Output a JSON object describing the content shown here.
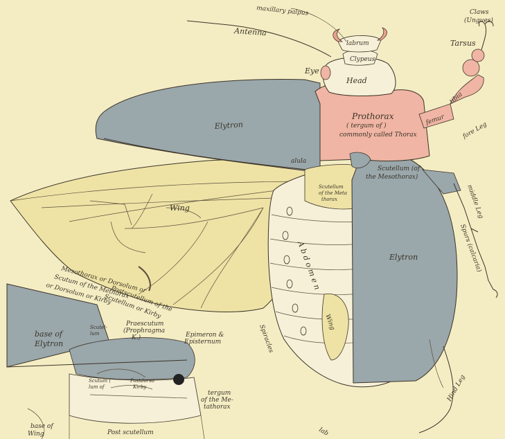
{
  "labels": {
    "maxillary_palpus": "maxillary palpus",
    "antenna": "Antenna",
    "labrum": "labrum",
    "clypeus": "Clypeus",
    "claws_1": "Claws",
    "claws_2": "(Ungues)",
    "tarsus": "Tarsus",
    "eye": "Eye",
    "head": "Head",
    "elytron_top": "Elytron",
    "prothorax_1": "Prothorax",
    "prothorax_2": "( tergum of )",
    "prothorax_3": "commonly called Thorax",
    "femur": "femur",
    "tibia": "tibia",
    "fore_leg": "fore Leg",
    "alula": "alula",
    "scutellum_1": "Scutellum (of",
    "scutellum_2": "the Mesothorax)",
    "scutellum_meta_1": "Scutellum",
    "scutellum_meta_2": "of the Meta",
    "scutellum_meta_3": "thorax",
    "wing": "Wing",
    "middle_leg": "middle Leg",
    "spurs": "Spurs (calcaria)",
    "elytron_right": "Elytron",
    "abdomen": "A b d o m e n",
    "wing_small": "Wing",
    "spiracles": "Spiracles",
    "hind_leg": "Hind Leg",
    "mesothorax_1": "Mesothorax or Dorsolum or",
    "mesothorax_2": "Scutum of the Methorax",
    "mesothorax_3": "or Dorsolum or Kirby",
    "postscutellum_1": "Postscutellum of the",
    "postscutellum_2": "Scutellum or Kirby",
    "base_elytron_1": "base of",
    "base_elytron_2": "Elytron",
    "scutellum_small_1": "Scutel-",
    "scutellum_small_2": "lum",
    "praescutum_1": "Praescutum",
    "praescutum_2": "(Prophragma",
    "praescutum_3": "K.)",
    "epimeron_1": "Epimeron &",
    "epimeron_2": "Episternum",
    "scutum_1": "Scutum (",
    "scutum_2": "lum of",
    "postdorso_1": "Postdorso",
    "postdorso_2": "Kirby",
    "tergum_1": "tergum",
    "tergum_2": "of the Me-",
    "tergum_3": "tathorax",
    "base_wing_1": "base of",
    "base_wing_2": "Wing",
    "postscutellum_bottom": "Post scutellum",
    "labium_partial": "lab"
  },
  "colors": {
    "background": "#f4edc4",
    "elytron": "#9aa7ab",
    "prothorax": "#f0b5a4",
    "wing": "#eee3a5",
    "head": "#f6f0d8",
    "ink": "#3b3226"
  }
}
